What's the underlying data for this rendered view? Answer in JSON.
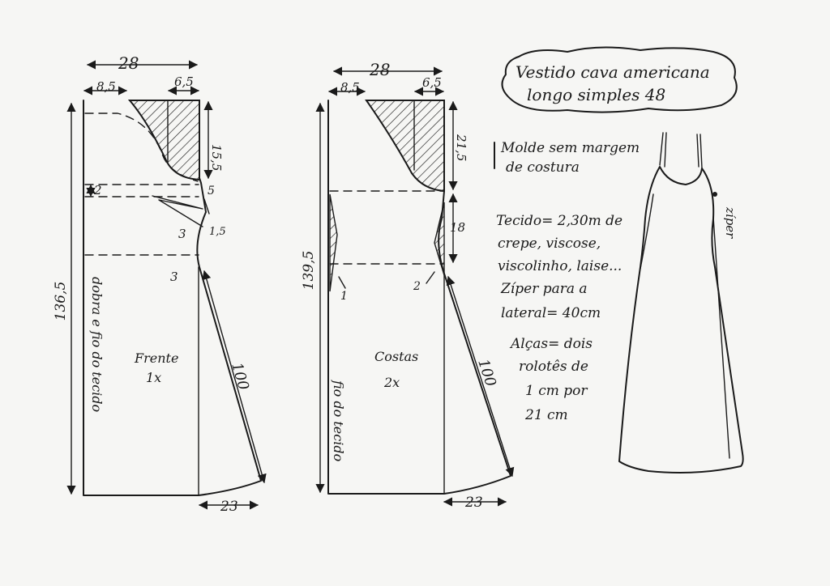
{
  "title": {
    "line1": "Vestido cava americana",
    "line2": "longo simples 48"
  },
  "note": {
    "line1": "Molde sem margem",
    "line2": "de costura"
  },
  "materials": [
    "Tecido= 2,30m de",
    "crepe, viscose,",
    "viscolinho, laise...",
    "Zíper para a",
    "lateral= 40cm",
    "Alças= dois",
    "rolotês de",
    "1 cm por",
    "21 cm"
  ],
  "front": {
    "name": "Frente",
    "count": "1x",
    "width": "28",
    "neck": "8,5",
    "shoulder": "6,5",
    "armhole_depth": "15,5",
    "side_a": "5",
    "side_b": "1,5",
    "side_c": "3",
    "side_d": "3",
    "bust_gap": "2",
    "length": "136,5",
    "side_length": "100",
    "hem": "23",
    "fold_note": "dobra e fio do tecido"
  },
  "back": {
    "name": "Costas",
    "count": "2x",
    "width": "28",
    "neck": "8,5",
    "shoulder": "6,5",
    "armhole_depth": "21,5",
    "waist_depth": "18",
    "dart_left": "1",
    "dart_right": "2",
    "length": "139,5",
    "side_length": "100",
    "hem": "23",
    "grain_note": "fio do tecido"
  },
  "illustration": {
    "zipper_label": "zíper"
  }
}
